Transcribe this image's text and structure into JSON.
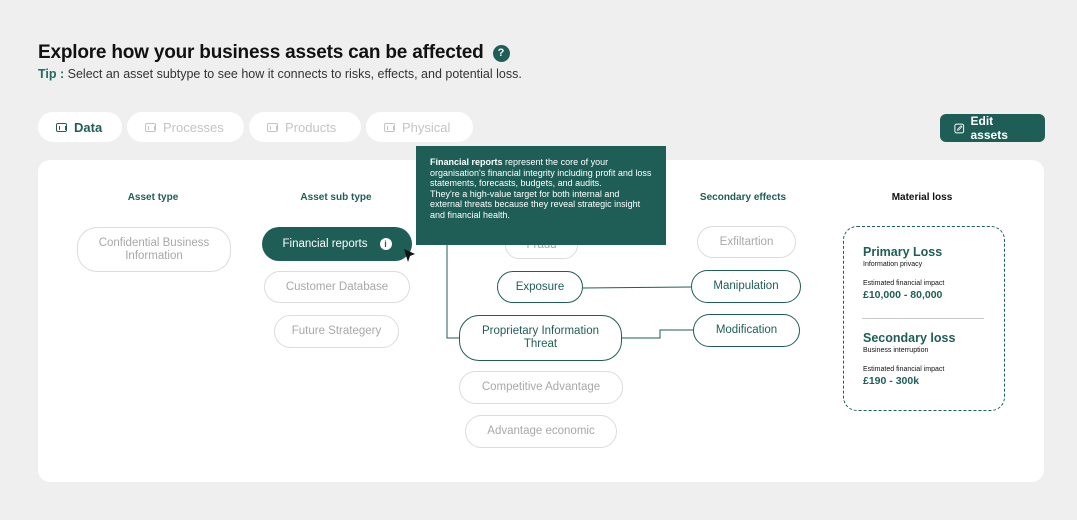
{
  "header": {
    "title": "Explore how your business assets can be affected",
    "help_icon": "?",
    "tip_label": "Tip :",
    "tip_text": " Select an asset subtype to see how it connects to risks, effects, and potential loss."
  },
  "tabs": [
    {
      "label": "Data",
      "active": true
    },
    {
      "label": "Processes",
      "active": false
    },
    {
      "label": "Products",
      "active": false
    },
    {
      "label": "Physical",
      "active": false
    }
  ],
  "edit_label": "Edit assets",
  "columns": {
    "asset_type": "Asset type",
    "asset_sub_type": "Asset sub type",
    "secondary_effects": "Secondary effects",
    "material_loss": "Material loss"
  },
  "asset_types": [
    "Confidential Business Information"
  ],
  "sub_types": [
    "Financial reports",
    "Customer Database",
    "Future Strategery"
  ],
  "risks": [
    "Fraud",
    "Exposure",
    "Proprietary Information Threat",
    "Competitive Advantage",
    "Advantage economic"
  ],
  "secondary_effects": [
    "Exfiltartion",
    "Manipulation",
    "Modification"
  ],
  "tooltip": {
    "title": "Financial reports",
    "body1": " represent the core of your organisation's financial integrity including profit and loss statements, forecasts, budgets, and audits.",
    "body2": "They're a high-value target for both internal and external threats because they reveal strategic insight and financial health."
  },
  "loss": {
    "primary": {
      "title": "Primary Loss",
      "subtitle": "Information privacy",
      "impact_label": "Estimated financial impact",
      "value": "£10,000 - 80,000"
    },
    "secondary": {
      "title": "Secondary loss",
      "subtitle": "Business interruption",
      "impact_label": "Estimated financial impact",
      "value": "£190 - 300k"
    }
  },
  "colors": {
    "accent": "#1f5e57",
    "background": "#efefef"
  }
}
